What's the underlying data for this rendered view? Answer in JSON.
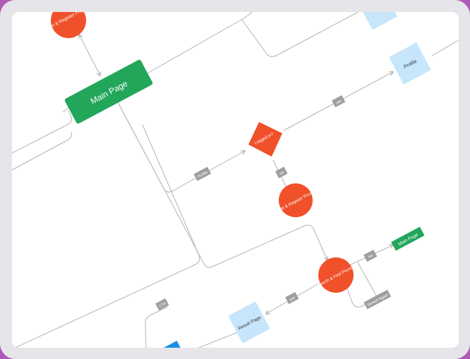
{
  "diagram": {
    "nodes": {
      "main_page": "Main Page",
      "profile": "Profile",
      "logged_in": "Logged in?",
      "login_top": "Login & Register Process",
      "login_mid": "Login & Register Process",
      "search": "Search & Find Process",
      "result_page": "Result Page",
      "main_page_small": "Main Page"
    },
    "edge_labels": {
      "yes_top": "yes",
      "profile": "Profile",
      "no_mid": "no",
      "no_search": "No",
      "search_again": "Serach Again",
      "yes_bottom": "yes",
      "cta": "CTA"
    }
  },
  "colors": {
    "green": "#21a65a",
    "orange": "#f0502a",
    "light_blue": "#c7e5fb",
    "blue": "#1a8ee6",
    "label_gray": "#9e9e9e",
    "connector": "#aaaaaa"
  }
}
